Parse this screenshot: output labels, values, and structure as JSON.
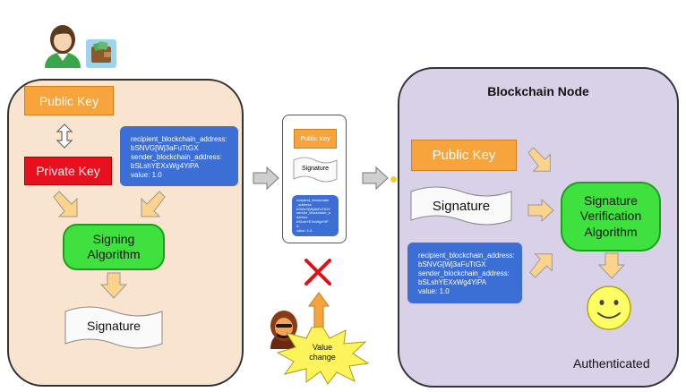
{
  "sender": {
    "avatar_icon": "user-avatar-icon",
    "wallet_icon": "wallet-icon",
    "public_key": "Public Key",
    "private_key": "Private Key",
    "transaction": "recipient_blockchain_address:\nbSNVG[Wj3aFuTtGX\nsender_blockchain_address:\nbSLshYEXxWg4YiPA\nvalue: 1.0",
    "signing_algorithm": "Signing\nAlgorithm",
    "signature": "Signature"
  },
  "packet": {
    "public_key": "Public Key",
    "signature": "Signature",
    "transaction": "recipient_blockchain\n_address:\nbSNVG[Wj3aFuTtGX\nsender_blockchain_a\nddress:\nbSLshYEXxWg4YiP\nA\nvalue: 1.0"
  },
  "attacker": {
    "icon": "hacker-icon",
    "burst_text": "Value\nchange",
    "reject_icon": "red-x-icon"
  },
  "node": {
    "title": "Blockchain Node",
    "public_key": "Public Key",
    "signature": "Signature",
    "transaction": "recipient_blockchain_address:\nbSNVG[Wj3aFuTtGX\nsender_blockchain_address:\nbSLshYEXxWg4YiPA\nvalue: 1.0",
    "verification_algorithm": "Signature\nVerification\nAlgorithm",
    "result_icon": "smiley-face-icon",
    "result": "Authenticated"
  },
  "colors": {
    "sender_panel": "#f9e4d0",
    "node_panel": "#d9d1e8",
    "public_key": "#f6a43b",
    "private_key": "#e8101e",
    "algorithm": "#3fe13f",
    "transaction": "#3b6fd6",
    "arrow": "#fbd38b"
  }
}
